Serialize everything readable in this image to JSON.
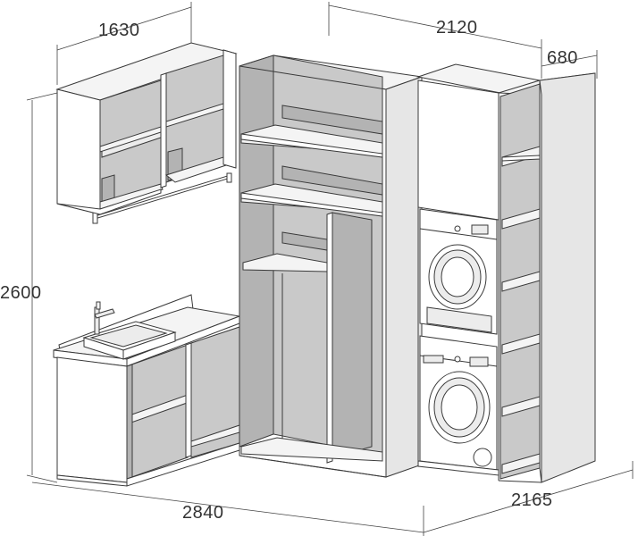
{
  "dimensions": {
    "wall_cabinet_width": "1630",
    "tall_units_width": "2120",
    "depth": "680",
    "height": "2600",
    "total_width": "2840",
    "side_length": "2165"
  },
  "colors": {
    "line": "#3a3a3a",
    "shade": "#c9c9c9",
    "panel": "#ffffff"
  },
  "icons": [
    "faucet-icon",
    "washing-machine-icon",
    "dryer-icon"
  ]
}
